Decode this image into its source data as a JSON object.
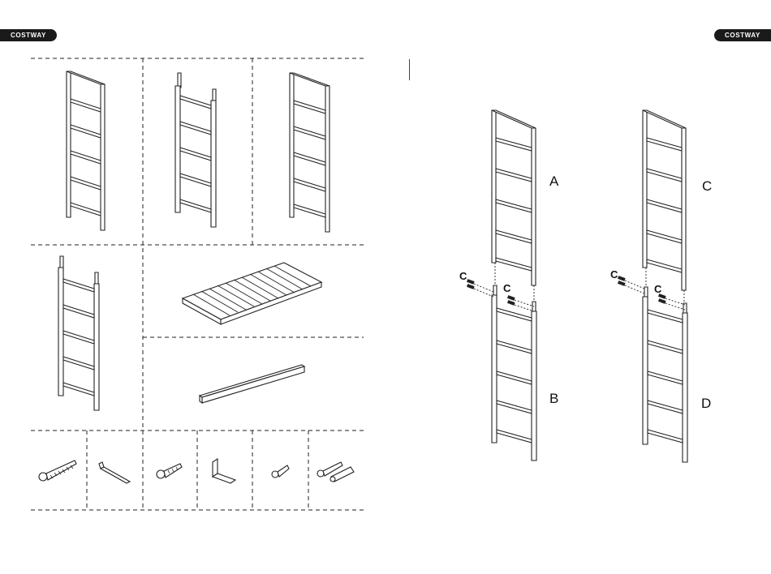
{
  "brand": {
    "left": "COSTWAY",
    "right": "COSTWAY"
  },
  "labels": {
    "a": "A",
    "b": "B",
    "c": "C",
    "d": "D"
  },
  "screw_labels": [
    "C",
    "C",
    "C",
    "C"
  ],
  "colors": {
    "badge": "#1a1a1a",
    "line": "#222222"
  }
}
